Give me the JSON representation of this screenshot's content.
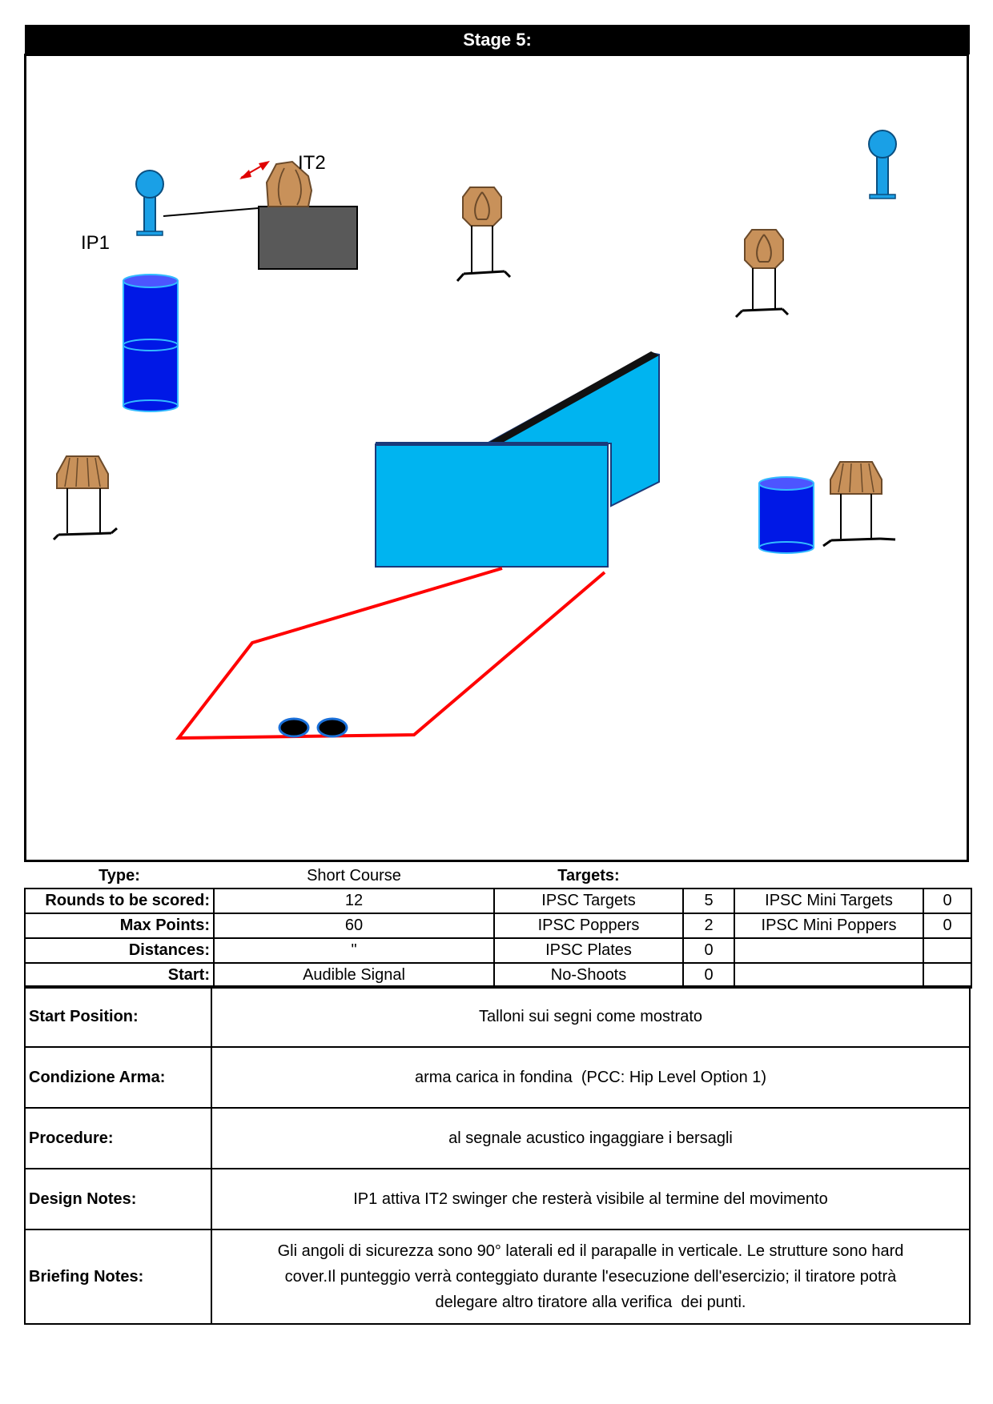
{
  "stage": {
    "title": "Stage 5:"
  },
  "diagram": {
    "labels": {
      "ip1": "IP1",
      "it2": "IT2"
    },
    "colors": {
      "barrel": "#0018e6",
      "wall": "#00b4f0",
      "popper": "#1aa0e6",
      "target": "#c8915a",
      "fault_line": "#ff0000",
      "box": "#595959"
    },
    "icons": [
      "barrel-icon",
      "popper-icon",
      "ipsc-target-icon",
      "swinger-arrow-icon",
      "start-mark-icon",
      "wall-icon"
    ]
  },
  "stats": {
    "type": {
      "label": "Type:",
      "value": "Short Course"
    },
    "rounds": {
      "label": "Rounds to be scored:",
      "value": "12"
    },
    "max_points": {
      "label": "Max Points:",
      "value": "60"
    },
    "distances": {
      "label": "Distances:",
      "value": "\""
    },
    "start": {
      "label": "Start:",
      "value": "Audible Signal"
    }
  },
  "targets": {
    "header": "Targets:",
    "ipsc_targets": {
      "label": "IPSC Targets",
      "value": "5"
    },
    "ipsc_poppers": {
      "label": "IPSC Poppers",
      "value": "2"
    },
    "ipsc_plates": {
      "label": "IPSC Plates",
      "value": "0"
    },
    "no_shoots": {
      "label": "No-Shoots",
      "value": "0"
    },
    "ipsc_mini_targets": {
      "label": "IPSC Mini Targets",
      "value": "0"
    },
    "ipsc_mini_poppers": {
      "label": "IPSC Mini Poppers",
      "value": "0"
    }
  },
  "notes": {
    "start_position": {
      "label": "Start Position:",
      "value": "Talloni sui segni come mostrato"
    },
    "condizione_arma": {
      "label": "Condizione Arma:",
      "value": "arma carica in fondina  (PCC: Hip Level Option 1)"
    },
    "procedure": {
      "label": "Procedure:",
      "value": "al segnale acustico ingaggiare i bersagli"
    },
    "design_notes": {
      "label": "Design Notes:",
      "value": "IP1 attiva IT2 swinger che resterà visibile al termine del movimento"
    },
    "briefing_notes": {
      "label": "Briefing Notes:",
      "lines": [
        "Gli angoli di sicurezza sono 90° laterali ed il parapalle in verticale. Le strutture sono hard",
        "cover.Il punteggio verrà conteggiato durante l'esecuzione dell'esercizio; il tiratore potrà",
        "delegare altro tiratore alla verifica  dei punti."
      ]
    }
  }
}
